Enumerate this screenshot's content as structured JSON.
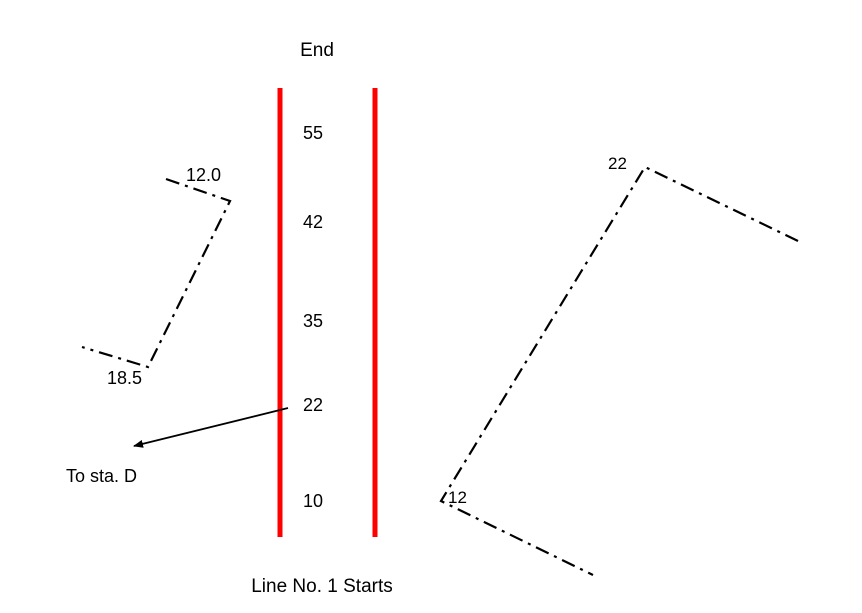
{
  "title": "End",
  "footer": "Line No. 1 Starts",
  "rail_color": "#ff0000",
  "chainage_labels": [
    "55",
    "42",
    "35",
    "22",
    "10"
  ],
  "left_offset": {
    "top_label": "12.0",
    "bottom_label": "18.5"
  },
  "right_offset": {
    "top_label": "22",
    "bottom_label": "12"
  },
  "pointer": {
    "label": "To sta. D"
  }
}
